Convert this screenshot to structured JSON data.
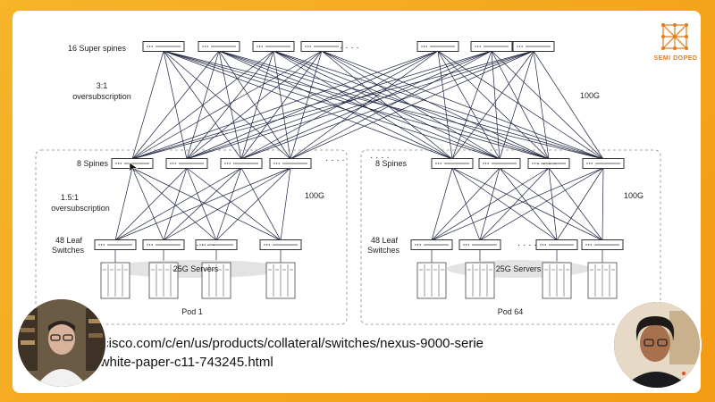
{
  "diagram": {
    "super_spines_label": "16 Super spines",
    "oversub_top_1": "3:1",
    "oversub_top_2": "oversubscription",
    "speed_top": "100G",
    "ellipsis": "· · · ·",
    "pod_left": {
      "spines_label": "8 Spines",
      "oversub_1": "1.5:1",
      "oversub_2": "oversubscription",
      "speed": "100G",
      "leaf_label_1": "48 Leaf",
      "leaf_label_2": "Switches",
      "servers_label": "25G Servers",
      "name": "Pod 1"
    },
    "pod_right": {
      "spines_label": "8 Spines",
      "speed": "100G",
      "leaf_label_1": "48 Leaf",
      "leaf_label_2": "Switches",
      "servers_label": "25G Servers",
      "name": "Pod 64"
    }
  },
  "url": {
    "line1": "w.cisco.com/c/en/us/products/collateral/switches/nexus-9000-serie",
    "line2": "s/white-paper-c11-743245.html"
  },
  "logo": {
    "text": "SEMI DOPED"
  },
  "colors": {
    "frame": "#f4a51c",
    "link": "#1a2240",
    "logo": "#e07a1a"
  }
}
